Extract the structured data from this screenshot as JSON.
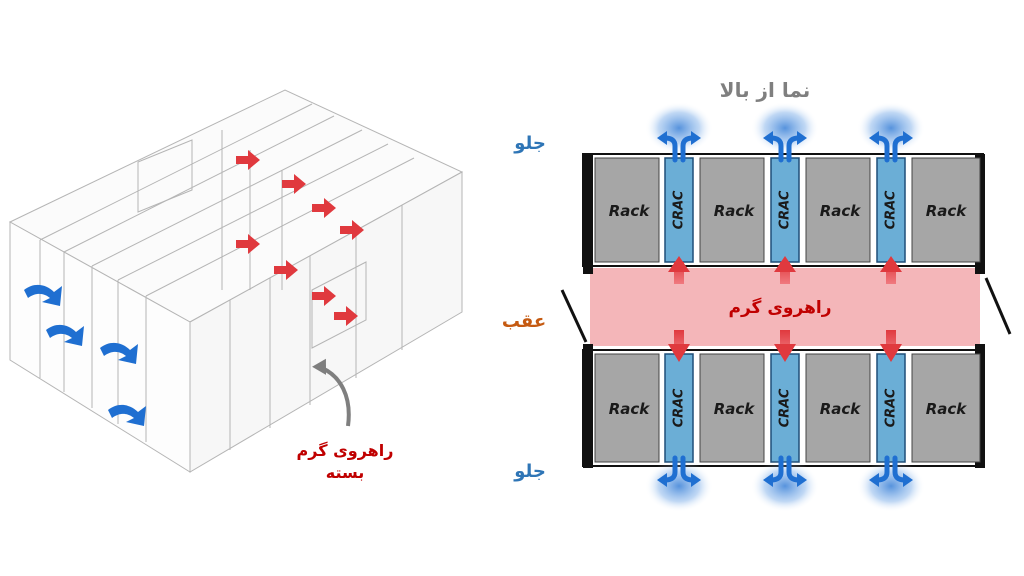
{
  "top_view": {
    "title": "نما از بالا",
    "front_label": "جلو",
    "back_label": "عقب",
    "hot_aisle_label": "راهروی گرم",
    "rack_label": "Rack",
    "crac_label": "CRAC"
  },
  "iso_view": {
    "callout_line1": "راهروی گرم",
    "callout_line2": "بسته"
  },
  "colors": {
    "rack_fill": "#a6a6a6",
    "crac_fill": "#6baed6",
    "hot_aisle_fill": "#f4b6b9",
    "hot_arrow": "#e0393e",
    "cold_arrow": "#1f6fd1",
    "front_text": "#2e75b6",
    "back_text": "#c55a11",
    "hot_text": "#c00000",
    "title_text": "#7f7f7f"
  }
}
